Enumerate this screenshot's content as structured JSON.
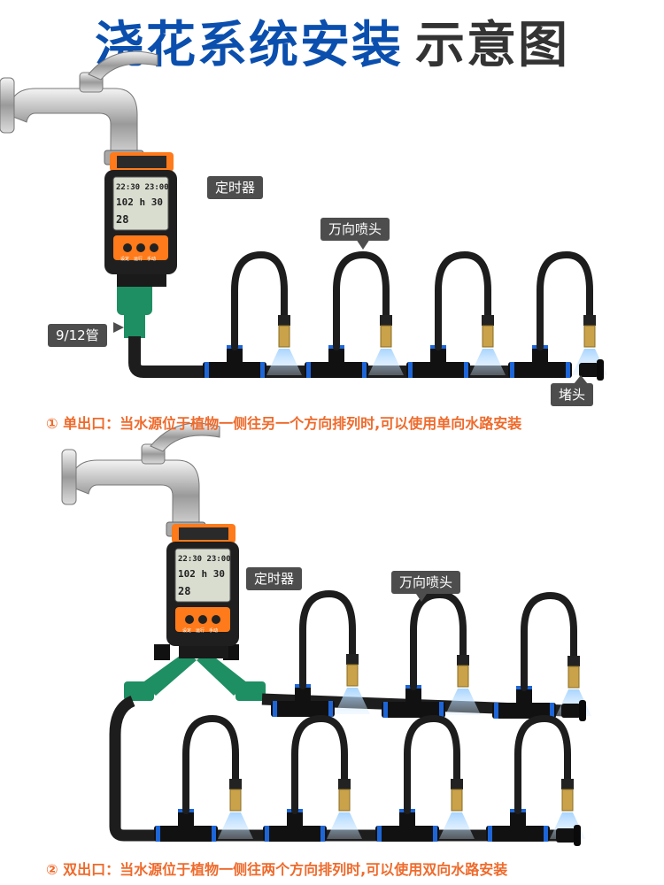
{
  "title": {
    "highlight": "浇花系统安装",
    "rest": "示意图"
  },
  "timer": {
    "time_left": "22:30",
    "time_right": "23:00",
    "duration": "102",
    "unit": "h 30",
    "day": "28",
    "buttons": [
      "设定",
      "运行",
      "手动"
    ]
  },
  "diagram1": {
    "timer_label": "定时器",
    "nozzle_label": "万向喷头",
    "pipe_label": "9/12管",
    "plug_label": "堵头",
    "caption": "① 单出口：当水源位于植物一侧往另一个方向排列时,可以使用单向水路安装"
  },
  "diagram2": {
    "timer_label": "定时器",
    "nozzle_label": "万向喷头",
    "caption": "② 双出口：当水源位于植物一侧往两个方向排列时,可以使用双向水路安装"
  },
  "colors": {
    "title_blue": "#0b4fae",
    "caption_orange": "#ef6a2b",
    "label_bg": "#4d4d4d",
    "pipe": "#1d1d1d",
    "connector_blue": "#1e66d8",
    "valve_green": "#1e8f63",
    "brass": "#c9a24a"
  }
}
